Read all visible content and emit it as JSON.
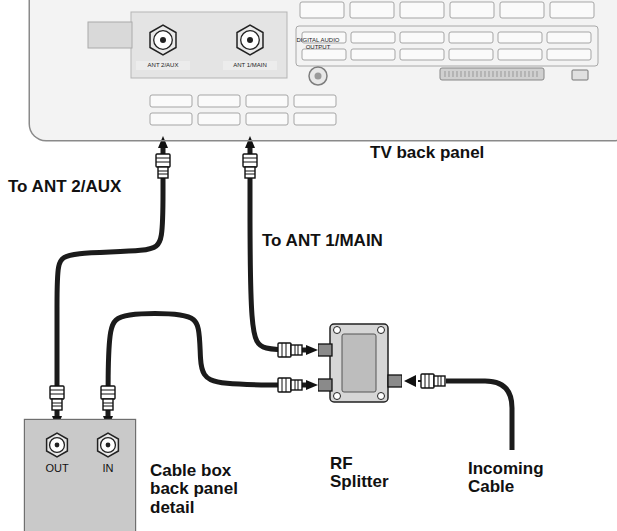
{
  "diagram": {
    "nodes": [
      {
        "text": [
          "TV back panel"
        ]
      },
      {
        "text": [
          "ANT 2/AUX"
        ],
        "in": 0
      },
      {
        "text": [
          "ANT 1/MAIN"
        ],
        "in": 0
      },
      {
        "text": [
          "RF Splitter"
        ]
      },
      {
        "text": [
          "Cable box back panel detail"
        ]
      },
      {
        "text": [
          "OUT"
        ],
        "in": 4
      },
      {
        "text": [
          "IN"
        ],
        "in": 4
      }
    ],
    "edges": [
      {
        "from": 5,
        "to": 1,
        "arrow": "both"
      },
      {
        "from": 3,
        "to": 2,
        "arrow": "both"
      },
      {
        "from": 3,
        "to": 6,
        "arrow": "both"
      }
    ],
    "labels": [
      "To ANT 2/AUX",
      "To ANT 1/MAIN",
      "DIGITAL AUDIO OUTPUT",
      "Incoming Cable"
    ]
  }
}
